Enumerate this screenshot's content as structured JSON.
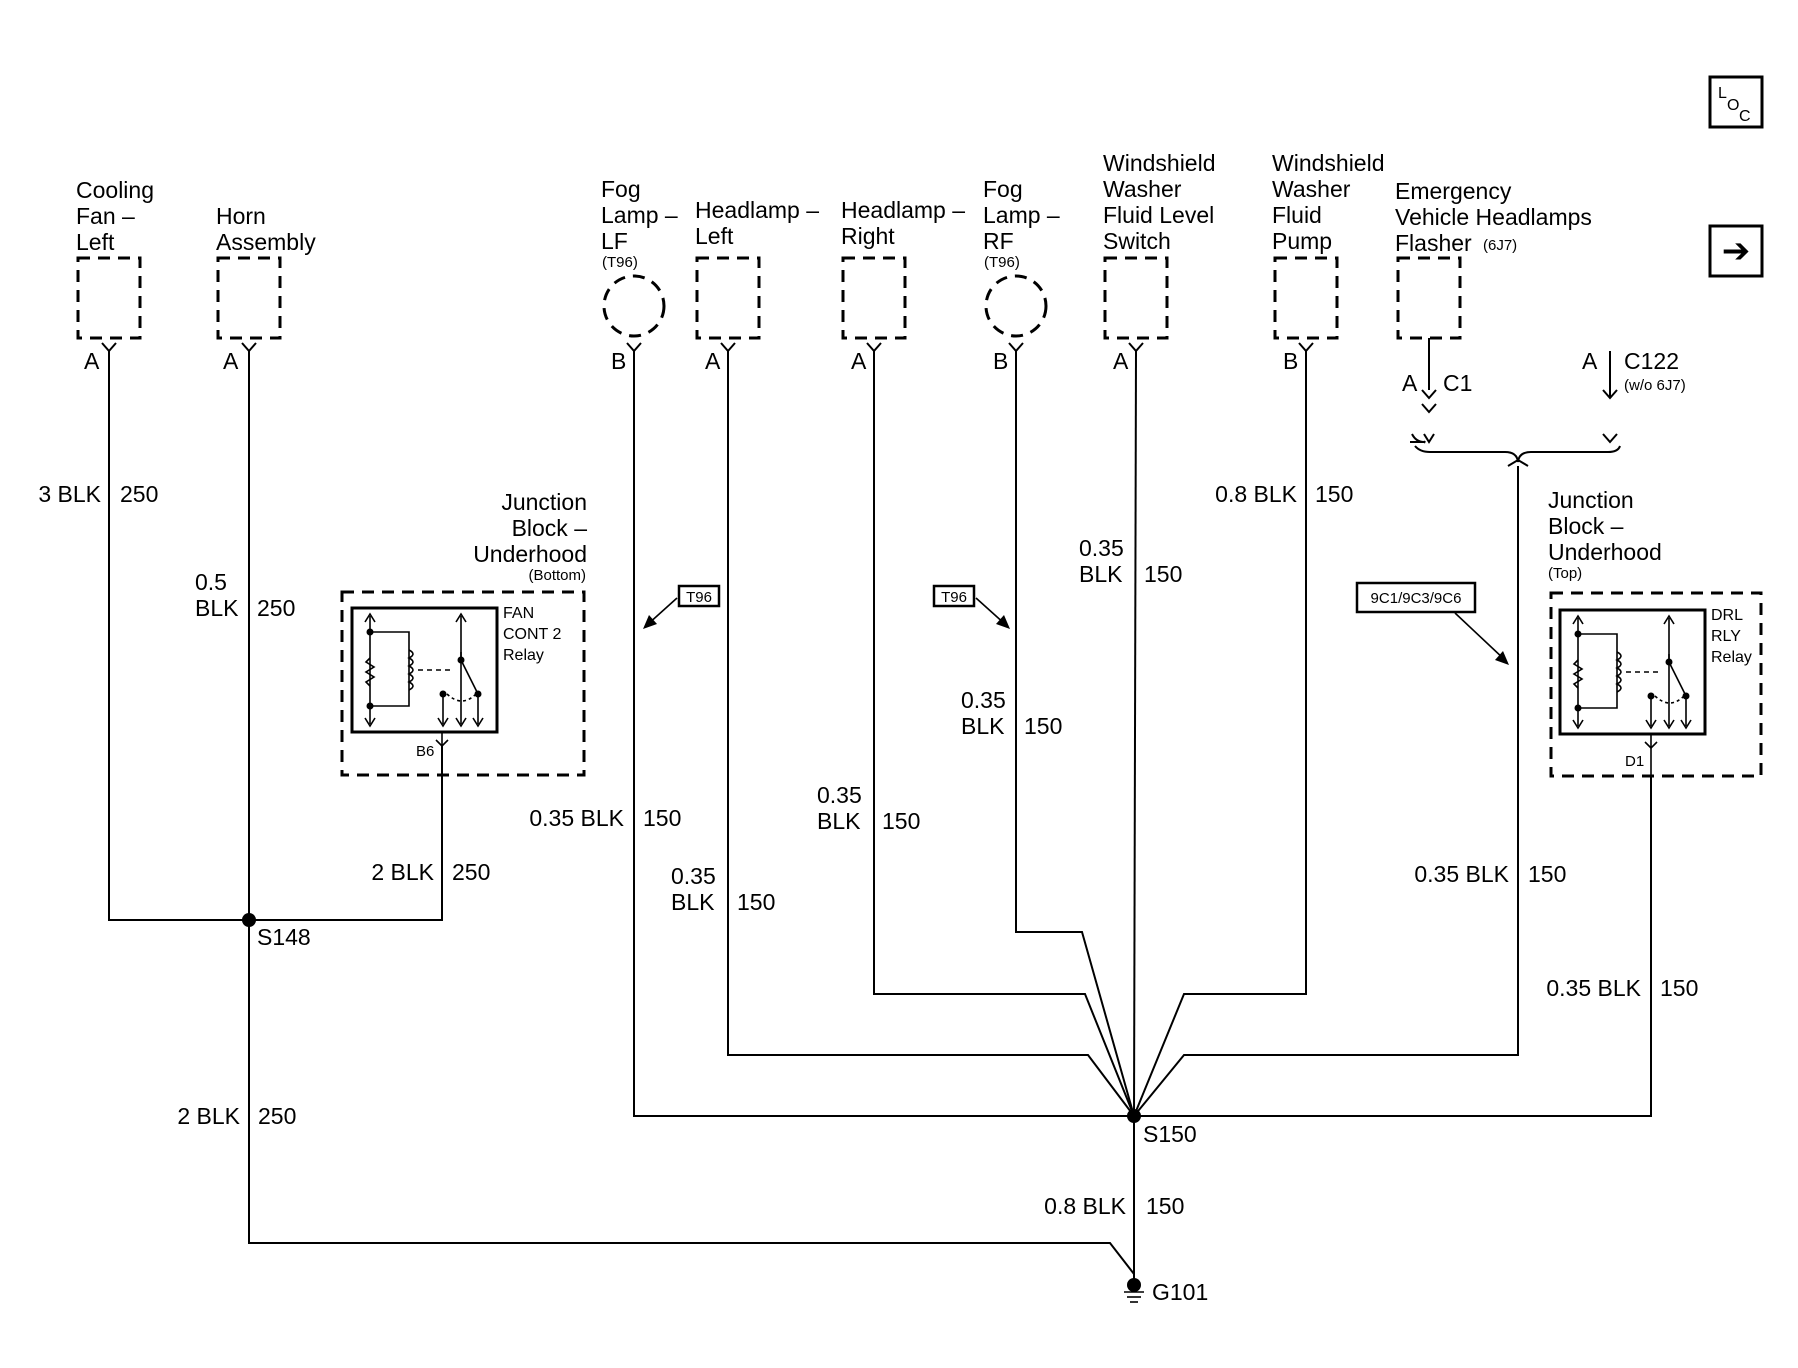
{
  "components": {
    "cooling_fan_left": "Cooling\nFan –\nLeft",
    "horn_assembly": "Horn\nAssembly",
    "fog_lamp_lf": "Fog\nLamp –\nLF",
    "fog_lamp_lf_option": "(T96)",
    "headlamp_left": "Headlamp –\nLeft",
    "headlamp_right": "Headlamp –\nRight",
    "fog_lamp_rf": "Fog\nLamp –\nRF",
    "fog_lamp_rf_option": "(T96)",
    "washer_fluid_level_switch": "Windshield\nWasher\nFluid Level\nSwitch",
    "washer_fluid_pump": "Windshield\nWasher\nFluid\nPump",
    "emergency_flasher": "Emergency\nVehicle Headlamps\nFlasher",
    "emergency_flasher_option": "(6J7)"
  },
  "pins": {
    "cooling_fan": "A",
    "horn": "A",
    "fog_lf": "B",
    "headlamp_left": "A",
    "headlamp_right": "A",
    "fog_rf": "B",
    "level_switch": "A",
    "pump": "B",
    "flasher": "A",
    "flasher_connector": "C1",
    "c122_pin": "A",
    "c122_connector": "C122",
    "c122_option": "(w/o 6J7)"
  },
  "junction_block_bottom": {
    "title": "Junction\nBlock –\nUnderhood",
    "subtitle": "(Bottom)",
    "relay": "FAN\nCONT 2\nRelay",
    "pin": "B6"
  },
  "junction_block_top": {
    "title": "Junction\nBlock –\nUnderhood",
    "subtitle": "(Top)",
    "relay": "DRL\nRLY\nRelay",
    "pin": "D1"
  },
  "wires": {
    "cooling_fan": {
      "size": "3 BLK",
      "circuit": "250"
    },
    "horn": {
      "size": "0.5\nBLK",
      "circuit": "250"
    },
    "fan_relay": {
      "size": "2 BLK",
      "circuit": "250"
    },
    "s148_ground": {
      "size": "2 BLK",
      "circuit": "250"
    },
    "fog_lf": {
      "size": "0.35 BLK",
      "circuit": "150"
    },
    "headlamp_left": {
      "size": "0.35\nBLK",
      "circuit": "150"
    },
    "headlamp_right": {
      "size": "0.35\nBLK",
      "circuit": "150"
    },
    "fog_rf": {
      "size": "0.35\nBLK",
      "circuit": "150"
    },
    "level_switch": {
      "size": "0.35\nBLK",
      "circuit": "150"
    },
    "pump": {
      "size": "0.8 BLK",
      "circuit": "150"
    },
    "flasher": {
      "size": "0.35 BLK",
      "circuit": "150"
    },
    "drl_relay": {
      "size": "0.35 BLK",
      "circuit": "150"
    },
    "s150_ground": {
      "size": "0.8 BLK",
      "circuit": "150"
    }
  },
  "splices": {
    "s148": "S148",
    "s150": "S150"
  },
  "ground": "G101",
  "option_tags": {
    "t96_left": "T96",
    "t96_right": "T96",
    "drl_options": "9C1/9C3/9C6"
  },
  "nav": {
    "loc": [
      "L",
      "O",
      "C"
    ],
    "next_arrow": "➔"
  }
}
